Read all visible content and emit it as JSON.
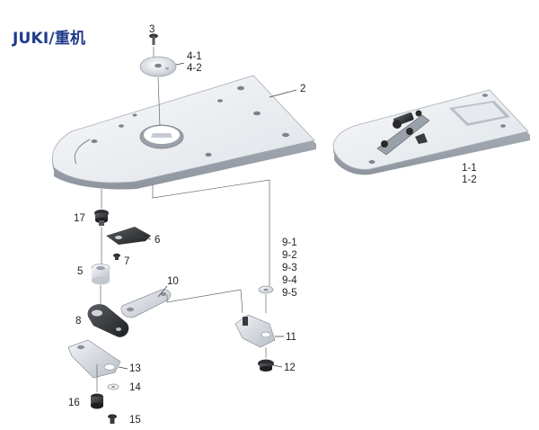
{
  "brand": "JUKI/重机",
  "labels": {
    "p3": "3",
    "p4_1": "4-1",
    "p4_2": "4-2",
    "p2": "2",
    "p1_1": "1-1",
    "p1_2": "1-2",
    "p17": "17",
    "p6": "6",
    "p7": "7",
    "p5": "5",
    "p9_1": "9-1",
    "p9_2": "9-2",
    "p9_3": "9-3",
    "p9_4": "9-4",
    "p9_5": "9-5",
    "p10": "10",
    "p8": "8",
    "p11": "11",
    "p12": "12",
    "p13": "13",
    "p14": "14",
    "p16": "16",
    "p15": "15"
  },
  "colors": {
    "brand": "#1e3a8a",
    "metal_light": "#eef0f3",
    "metal_mid": "#c9ced6",
    "metal_dark": "#8a9099",
    "black_part": "#2a2a2a",
    "leader": "#444444"
  }
}
